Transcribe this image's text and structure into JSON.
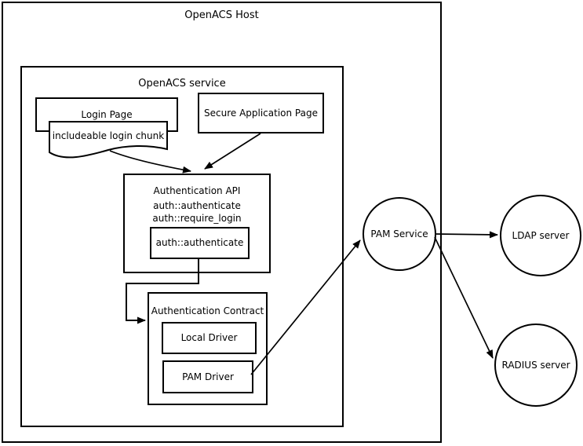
{
  "diagram": {
    "host_title": "OpenACS Host",
    "service_title": "OpenACS service",
    "login_page": "Login Page",
    "login_chunk": "includeable login chunk",
    "secure_app_page": "Secure Application Page",
    "auth_api": {
      "title": "Authentication API",
      "fn1": "auth::authenticate",
      "fn2": "auth::require_login",
      "inner_box": "auth::authenticate"
    },
    "auth_contract": {
      "title": "Authentication Contract",
      "local_driver": "Local Driver",
      "pam_driver": "PAM Driver"
    },
    "pam_service": "PAM Service",
    "ldap_server": "LDAP server",
    "radius_server": "RADIUS server",
    "colors": {
      "stroke": "#000000",
      "fill": "#ffffff",
      "background": "#ffffff"
    }
  }
}
